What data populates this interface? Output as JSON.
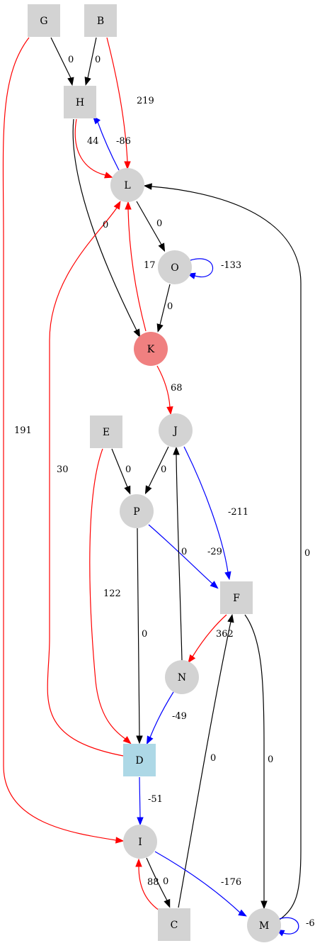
{
  "colors": {
    "node_gray": "#d3d3d3",
    "node_red": "#f08080",
    "node_blue": "#add8e6",
    "edge_black": "#000000",
    "edge_red": "#ff0000",
    "edge_blue": "#0000ff"
  },
  "nodes": [
    {
      "id": "G",
      "label": "G",
      "shape": "box",
      "fill": "#d3d3d3"
    },
    {
      "id": "B",
      "label": "B",
      "shape": "box",
      "fill": "#d3d3d3"
    },
    {
      "id": "H",
      "label": "H",
      "shape": "box",
      "fill": "#d3d3d3"
    },
    {
      "id": "L",
      "label": "L",
      "shape": "circle",
      "fill": "#d3d3d3"
    },
    {
      "id": "O",
      "label": "O",
      "shape": "circle",
      "fill": "#d3d3d3"
    },
    {
      "id": "K",
      "label": "K",
      "shape": "circle",
      "fill": "#f08080"
    },
    {
      "id": "J",
      "label": "J",
      "shape": "circle",
      "fill": "#d3d3d3"
    },
    {
      "id": "E",
      "label": "E",
      "shape": "box",
      "fill": "#d3d3d3"
    },
    {
      "id": "P",
      "label": "P",
      "shape": "circle",
      "fill": "#d3d3d3"
    },
    {
      "id": "F",
      "label": "F",
      "shape": "box",
      "fill": "#d3d3d3"
    },
    {
      "id": "N",
      "label": "N",
      "shape": "circle",
      "fill": "#d3d3d3"
    },
    {
      "id": "D",
      "label": "D",
      "shape": "box",
      "fill": "#add8e6"
    },
    {
      "id": "I",
      "label": "I",
      "shape": "circle",
      "fill": "#d3d3d3"
    },
    {
      "id": "C",
      "label": "C",
      "shape": "box",
      "fill": "#d3d3d3"
    },
    {
      "id": "M",
      "label": "M",
      "shape": "circle",
      "fill": "#d3d3d3"
    }
  ],
  "edges": [
    {
      "id": "G-H",
      "from": "G",
      "to": "H",
      "label": "0",
      "color": "#000000"
    },
    {
      "id": "B-H",
      "from": "B",
      "to": "H",
      "label": "0",
      "color": "#000000"
    },
    {
      "id": "B-L",
      "from": "B",
      "to": "L",
      "label": "219",
      "color": "#ff0000"
    },
    {
      "id": "G-I",
      "from": "G",
      "to": "I",
      "label": "191",
      "color": "#ff0000"
    },
    {
      "id": "H-L",
      "from": "H",
      "to": "L",
      "label": "44",
      "color": "#ff0000"
    },
    {
      "id": "L-H",
      "from": "L",
      "to": "H",
      "label": "-86",
      "color": "#0000ff"
    },
    {
      "id": "H-K",
      "from": "H",
      "to": "K",
      "label": "0",
      "color": "#000000"
    },
    {
      "id": "L-O",
      "from": "L",
      "to": "O",
      "label": "0",
      "color": "#000000"
    },
    {
      "id": "O-O",
      "from": "O",
      "to": "O",
      "label": "-133",
      "color": "#0000ff"
    },
    {
      "id": "O-K",
      "from": "O",
      "to": "K",
      "label": "0",
      "color": "#000000"
    },
    {
      "id": "K-L",
      "from": "K",
      "to": "L",
      "label": "17",
      "color": "#ff0000"
    },
    {
      "id": "K-J",
      "from": "K",
      "to": "J",
      "label": "68",
      "color": "#ff0000"
    },
    {
      "id": "J-P",
      "from": "J",
      "to": "P",
      "label": "0",
      "color": "#000000"
    },
    {
      "id": "J-F",
      "from": "J",
      "to": "F",
      "label": "-211",
      "color": "#0000ff"
    },
    {
      "id": "E-P",
      "from": "E",
      "to": "P",
      "label": "0",
      "color": "#000000"
    },
    {
      "id": "E-D",
      "from": "E",
      "to": "D",
      "label": "122",
      "color": "#ff0000"
    },
    {
      "id": "D-L",
      "from": "D",
      "to": "L",
      "label": "30",
      "color": "#ff0000"
    },
    {
      "id": "P-F",
      "from": "P",
      "to": "F",
      "label": "-29",
      "color": "#0000ff"
    },
    {
      "id": "P-D",
      "from": "P",
      "to": "D",
      "label": "0",
      "color": "#000000"
    },
    {
      "id": "N-J",
      "from": "N",
      "to": "J",
      "label": "0",
      "color": "#000000"
    },
    {
      "id": "F-N",
      "from": "F",
      "to": "N",
      "label": "362",
      "color": "#ff0000"
    },
    {
      "id": "F-M",
      "from": "F",
      "to": "M",
      "label": "0",
      "color": "#000000"
    },
    {
      "id": "M-L",
      "from": "M",
      "to": "L",
      "label": "0",
      "color": "#000000"
    },
    {
      "id": "N-D",
      "from": "N",
      "to": "D",
      "label": "-49",
      "color": "#0000ff"
    },
    {
      "id": "D-I",
      "from": "D",
      "to": "I",
      "label": "-51",
      "color": "#0000ff"
    },
    {
      "id": "C-F",
      "from": "C",
      "to": "F",
      "label": "0",
      "color": "#000000"
    },
    {
      "id": "I-C",
      "from": "I",
      "to": "C",
      "label": "0",
      "color": "#000000"
    },
    {
      "id": "C-I",
      "from": "C",
      "to": "I",
      "label": "88",
      "color": "#ff0000"
    },
    {
      "id": "I-M",
      "from": "I",
      "to": "M",
      "label": "-176",
      "color": "#0000ff"
    },
    {
      "id": "M-M",
      "from": "M",
      "to": "M",
      "label": "-6",
      "color": "#0000ff"
    }
  ]
}
